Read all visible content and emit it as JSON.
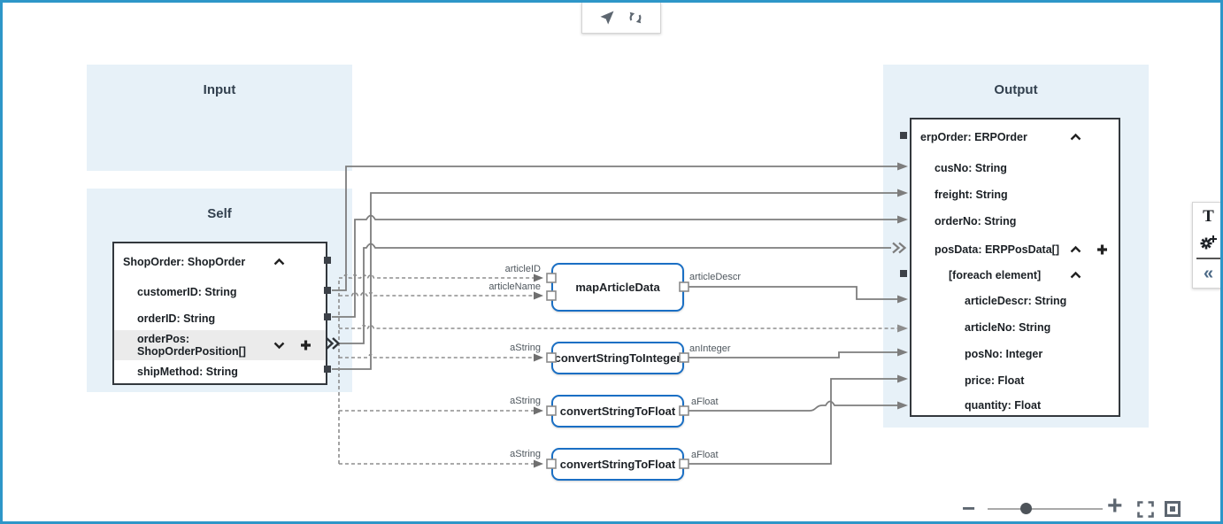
{
  "panels": {
    "input": {
      "title": "Input"
    },
    "self": {
      "title": "Self"
    },
    "output": {
      "title": "Output"
    }
  },
  "self_tree": {
    "root": "ShopOrder: ShopOrder",
    "fields": [
      "customerID: String",
      "orderID: String",
      "shipMethod: String"
    ],
    "order_pos_line1": "orderPos:",
    "order_pos_line2": "ShopOrderPosition[]"
  },
  "output_tree": {
    "root": "erpOrder: ERPOrder",
    "rows": [
      "cusNo: String",
      "freight: String",
      "orderNo: String",
      "posData: ERPPosData[]",
      "[foreach element]",
      "articleDescr: String",
      "articleNo: String",
      "posNo: Integer",
      "price: Float",
      "quantity: Float"
    ]
  },
  "functions": [
    {
      "name": "mapArticleData",
      "inputs": [
        "articleID",
        "articleName"
      ],
      "output": "articleDescr"
    },
    {
      "name": "convertStringToInteger",
      "inputs": [
        "aString"
      ],
      "output": "anInteger"
    },
    {
      "name": "convertStringToFloat",
      "inputs": [
        "aString"
      ],
      "output": "aFloat"
    },
    {
      "name": "convertStringToFloat",
      "inputs": [
        "aString"
      ],
      "output": "aFloat"
    }
  ],
  "connections": [
    {
      "from": "ShopOrder.customerID",
      "to": "erpOrder.cusNo",
      "style": "solid"
    },
    {
      "from": "ShopOrder.orderID",
      "to": "erpOrder.orderNo",
      "style": "solid"
    },
    {
      "from": "ShopOrder.shipMethod",
      "to": "erpOrder.freight",
      "style": "solid"
    },
    {
      "from": "ShopOrder.orderPos",
      "to": "erpOrder.posData",
      "style": "array"
    },
    {
      "from": "ShopOrder.orderPos (collapsed)",
      "to": "mapArticleData.articleID",
      "style": "dashed"
    },
    {
      "from": "ShopOrder.orderPos (collapsed)",
      "to": "mapArticleData.articleName",
      "style": "dashed"
    },
    {
      "from": "ShopOrder.orderPos (collapsed)",
      "to": "posData.articleNo",
      "style": "dashed"
    },
    {
      "from": "ShopOrder.orderPos (collapsed)",
      "to": "convertStringToInteger.aString",
      "style": "dashed"
    },
    {
      "from": "ShopOrder.orderPos (collapsed)",
      "to": "convertStringToFloat#1.aString",
      "style": "dashed"
    },
    {
      "from": "ShopOrder.orderPos (collapsed)",
      "to": "convertStringToFloat#2.aString",
      "style": "dashed"
    },
    {
      "from": "mapArticleData.articleDescr",
      "to": "posData.articleDescr",
      "style": "solid"
    },
    {
      "from": "convertStringToInteger.anInteger",
      "to": "posData.posNo",
      "style": "solid"
    },
    {
      "from": "convertStringToFloat#1.aFloat",
      "to": "posData.quantity",
      "style": "solid"
    },
    {
      "from": "convertStringToFloat#2.aFloat",
      "to": "posData.price",
      "style": "solid"
    }
  ],
  "top_toolbar": {
    "icons": [
      "navigation-icon",
      "refresh-icon"
    ]
  },
  "side_toolbar": {
    "text_tool": "T",
    "collapse": "«",
    "icons": [
      "text-tool-icon",
      "add-function-icon",
      "collapse-panel-icon"
    ]
  },
  "zoom_controls": {
    "zoom_out": "−",
    "zoom_in": "+",
    "slider_position_pct": 30
  },
  "colors": {
    "page_border": "#2e96c8",
    "panel_bg": "#e7f1f8",
    "box_border": "#33383d",
    "function_border": "#1a6fc4",
    "wire": "#7d7d7d",
    "wire_dashed": "#8d8d8d",
    "row_highlight": "#ebebeb",
    "icon": "#5d6670"
  }
}
